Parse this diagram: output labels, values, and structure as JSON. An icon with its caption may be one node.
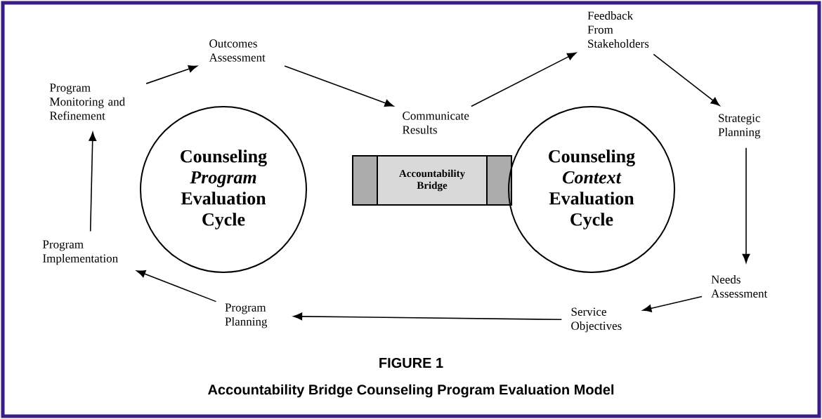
{
  "diagram": {
    "caption": "Accountability Bridge Counseling Program Evaluation Model",
    "nodes": [
      {
        "text": [
          "Counseling *Program* Evaluation Cycle"
        ]
      },
      {
        "text": [
          "Accountability Bridge"
        ]
      },
      {
        "text": [
          "Counseling *Context* Evaluation Cycle"
        ]
      },
      {
        "text": [
          "Outcomes Assessment"
        ]
      },
      {
        "text": [
          "Communicate Results"
        ]
      },
      {
        "text": [
          "Feedback From Stakeholders"
        ]
      },
      {
        "text": [
          "Strategic Planning"
        ]
      },
      {
        "text": [
          "Needs Assessment"
        ]
      },
      {
        "text": [
          "Service Objectives"
        ]
      },
      {
        "text": [
          "Program Planning"
        ]
      },
      {
        "text": [
          "Program Implementation"
        ]
      },
      {
        "text": [
          "Program Monitoring and Refinement"
        ]
      }
    ],
    "edges": [
      {
        "from": 11,
        "to": 3,
        "arrow": "to"
      },
      {
        "from": 3,
        "to": 4,
        "arrow": "to"
      },
      {
        "from": 4,
        "to": 5,
        "arrow": "to"
      },
      {
        "from": 5,
        "to": 6,
        "arrow": "to"
      },
      {
        "from": 6,
        "to": 7,
        "arrow": "to"
      },
      {
        "from": 7,
        "to": 8,
        "arrow": "to"
      },
      {
        "from": 8,
        "to": 9,
        "arrow": "to"
      },
      {
        "from": 9,
        "to": 10,
        "arrow": "to"
      },
      {
        "from": 10,
        "to": 11,
        "arrow": "to"
      }
    ],
    "labels": [
      "FIGURE 1"
    ]
  }
}
